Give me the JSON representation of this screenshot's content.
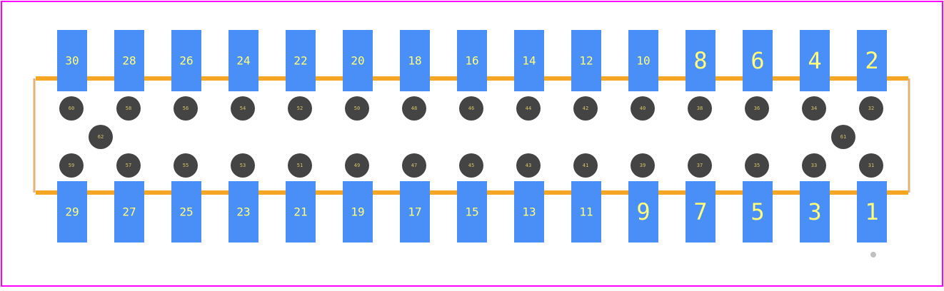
{
  "colors": {
    "background": "#ffffff",
    "board_outline": "#ff00ff",
    "silkscreen": "#f5a623",
    "silkscreen_faint": "#e2b27a",
    "pad": "#4a8ff7",
    "pad_label": "#ffff7a",
    "hole": "#444444",
    "hole_label": "#d4c468",
    "marker": "#c0c0c0"
  },
  "pads": {
    "top": [
      "30",
      "28",
      "26",
      "24",
      "22",
      "20",
      "18",
      "16",
      "14",
      "12",
      "10",
      "8",
      "6",
      "4",
      "2"
    ],
    "bottom": [
      "29",
      "27",
      "25",
      "23",
      "21",
      "19",
      "17",
      "15",
      "13",
      "11",
      "9",
      "7",
      "5",
      "3",
      "1"
    ]
  },
  "holes": {
    "upper": [
      "60",
      "58",
      "56",
      "54",
      "52",
      "50",
      "48",
      "46",
      "44",
      "42",
      "40",
      "38",
      "36",
      "34",
      "32"
    ],
    "lower": [
      "59",
      "57",
      "55",
      "53",
      "51",
      "49",
      "47",
      "45",
      "43",
      "41",
      "39",
      "37",
      "35",
      "33",
      "31"
    ],
    "locator_left": "62",
    "locator_right": "61"
  },
  "pin1_marker": "pin-1-marker-dot"
}
